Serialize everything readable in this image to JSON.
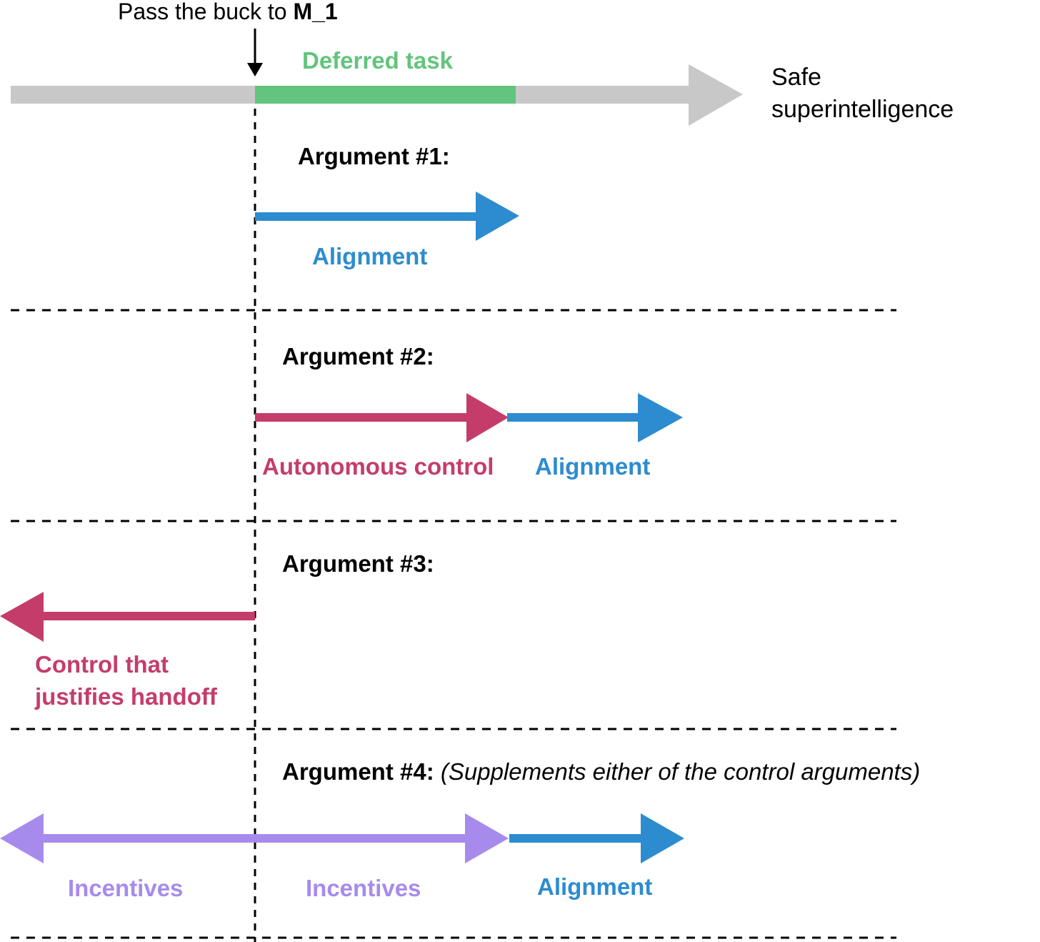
{
  "colors": {
    "timeline": "#c8c8c8",
    "deferred": "#63c47d",
    "alignment": "#2d8ccf",
    "control": "#c43d6a",
    "incentives": "#a78bec",
    "text": "#000000"
  },
  "header": {
    "pass_prefix": "Pass the buck to ",
    "pass_model": "M_1",
    "deferred_label": "Deferred task",
    "goal_line1": "Safe",
    "goal_line2": "superintelligence"
  },
  "arguments": [
    {
      "title": "Argument #1:",
      "note": "",
      "segments": [
        {
          "label": "Alignment",
          "kind": "alignment",
          "direction": "right"
        }
      ]
    },
    {
      "title": "Argument #2:",
      "note": "",
      "segments": [
        {
          "label": "Autonomous control",
          "kind": "control",
          "direction": "right"
        },
        {
          "label": "Alignment",
          "kind": "alignment",
          "direction": "right"
        }
      ]
    },
    {
      "title": "Argument #3:",
      "note": "",
      "segments": [
        {
          "label": "Control that\njustifies handoff",
          "kind": "control",
          "direction": "left"
        }
      ],
      "label_lines": [
        "Control that",
        "justifies handoff"
      ]
    },
    {
      "title": "Argument #4:",
      "note": "(Supplements either of the control arguments)",
      "segments": [
        {
          "label": "Incentives",
          "kind": "incentives",
          "direction": "left"
        },
        {
          "label": "Incentives",
          "kind": "incentives",
          "direction": "right"
        },
        {
          "label": "Alignment",
          "kind": "alignment",
          "direction": "right"
        }
      ]
    }
  ]
}
